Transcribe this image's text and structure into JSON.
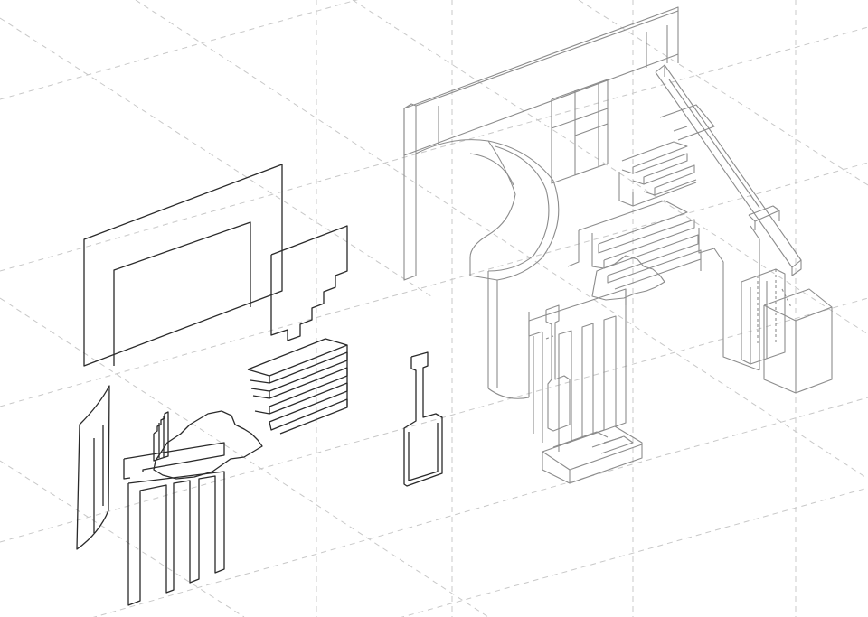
{
  "colors": {
    "background": "#ffffff",
    "guide_lines": "#c8c8c8",
    "exploded_parts": "#2a2a2a",
    "assembled_model": "#8c8c8c"
  },
  "line_styles": {
    "guide_lines": "dashed",
    "exploded_parts": "solid",
    "assembled_model": "solid"
  }
}
